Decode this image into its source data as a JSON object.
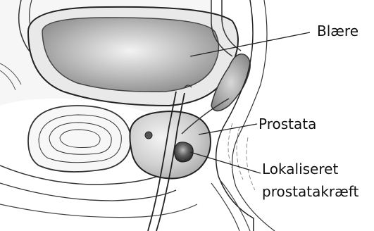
{
  "labels": {
    "bladder": "Blære",
    "prostate": "Prostata",
    "cancer_line1": "Lokaliseret",
    "cancer_line2": "prostatakræft"
  }
}
